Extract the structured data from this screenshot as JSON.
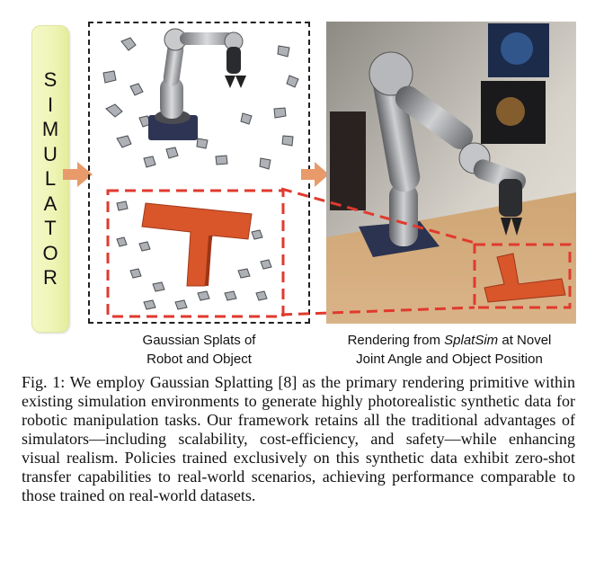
{
  "sidebar": {
    "letters": [
      "S",
      "I",
      "M",
      "U",
      "L",
      "A",
      "T",
      "O",
      "R"
    ]
  },
  "captions": {
    "left_line1": "Gaussian Splats of",
    "left_line2": "Robot and Object",
    "right_prefix": "Rendering from ",
    "right_italic": "SplatSim",
    "right_suffix": " at Novel",
    "right_line2": "Joint Angle and Object Position"
  },
  "figure": {
    "label": "Fig. 1:",
    "text": " We employ Gaussian Splatting [8] as the primary rendering primitive within existing simulation environments to generate highly photorealistic synthetic data for robotic manipulation tasks. Our framework retains all the traditional advantages of simulators—including scalability, cost-efficiency, and safety—while enhancing visual realism. Policies trained exclusively on this synthetic data exhibit zero-shot transfer capabilities to real-world scenarios, achieving performance comparable to those trained on real-world datasets."
  },
  "colors": {
    "arrow": "#e89a6a",
    "highlight_dash": "#e03a2e",
    "t_object": "#d8562a",
    "sidebar_fill": "#eef4b4"
  }
}
